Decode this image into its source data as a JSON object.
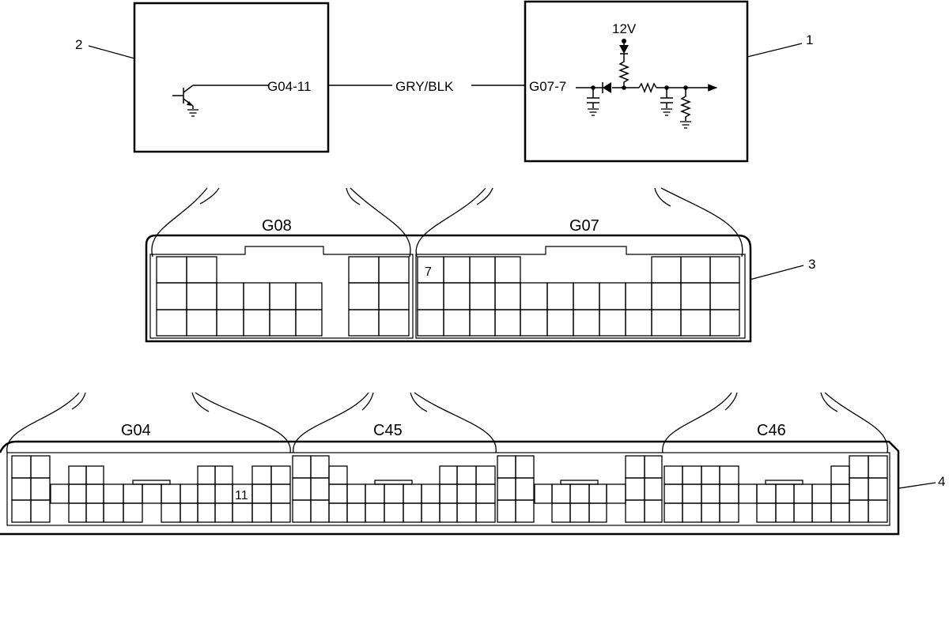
{
  "callouts": {
    "c1": "1",
    "c2": "2",
    "c3": "3",
    "c4": "4"
  },
  "module_left": {
    "pin_label": "G04-11"
  },
  "module_right": {
    "pin_label": "G07-7",
    "supply_label": "12V"
  },
  "wire": {
    "color_label": "GRY/BLK"
  },
  "connector_upper": {
    "left_name": "G08",
    "right_name": "G07",
    "pin_marker": "7"
  },
  "connector_lower": {
    "names": [
      "G04",
      "C45",
      "C46"
    ],
    "pin_marker": "11"
  }
}
